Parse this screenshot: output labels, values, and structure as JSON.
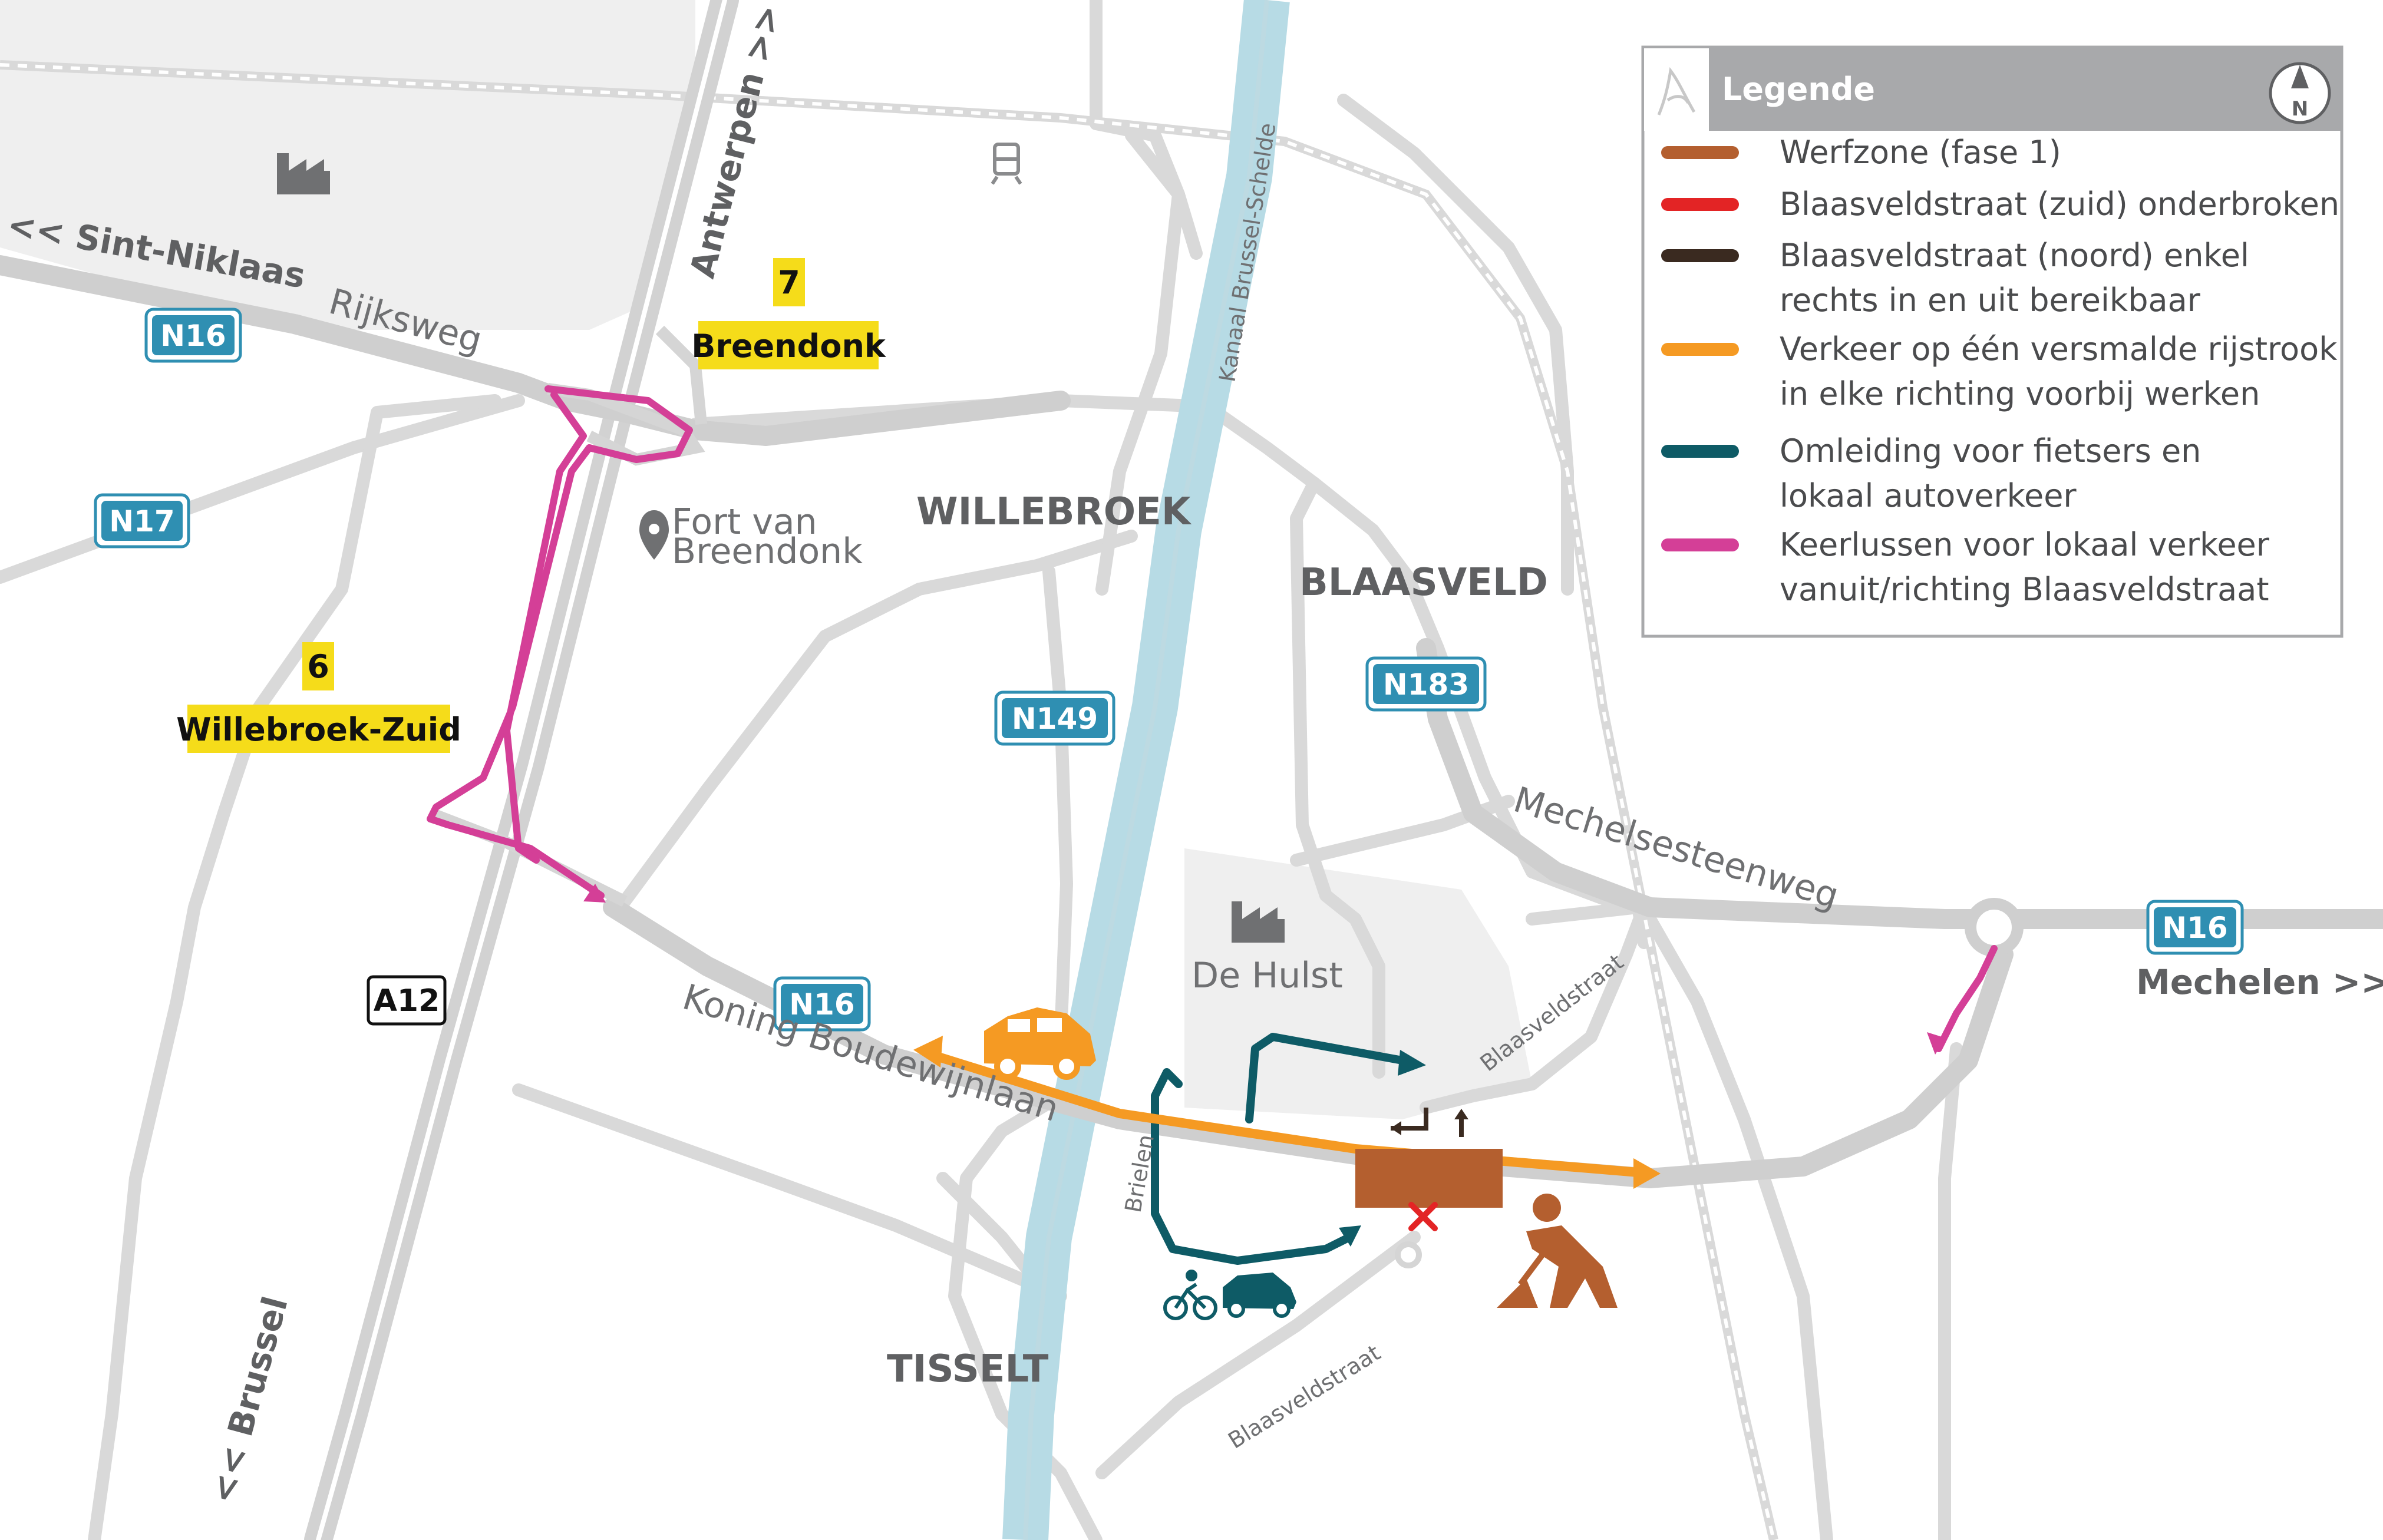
{
  "legend": {
    "title": "Legende",
    "north": "N",
    "items": [
      {
        "color": "#b45f2f",
        "lines": [
          "Werfzone (fase 1)"
        ]
      },
      {
        "color": "#e32425",
        "lines": [
          "Blaasveldstraat (zuid) onderbroken"
        ]
      },
      {
        "color": "#3a2a20",
        "lines": [
          "Blaasveldstraat (noord) enkel",
          "rechts in en uit bereikbaar"
        ]
      },
      {
        "color": "#f59a23",
        "lines": [
          "Verkeer op één versmalde rijstrook",
          "in elke richting voorbij werken"
        ]
      },
      {
        "color": "#0e5b66",
        "lines": [
          "Omleiding voor fietsers en",
          "lokaal autoverkeer"
        ]
      },
      {
        "color": "#d43f97",
        "lines": [
          "Keerlussen voor lokaal verkeer",
          "vanuit/richting Blaasveldstraat"
        ]
      }
    ]
  },
  "places": {
    "willebroek": "WILLEBROEK",
    "blaasveld": "BLAASVELD",
    "tisselt": "TISSELT",
    "fort_line1": "Fort van",
    "fort_line2": "Breendonk",
    "de_hulst": "De Hulst"
  },
  "streets": {
    "rijksweg": "Rijksweg",
    "mechelsesteenweg": "Mechelsesteenweg",
    "koning_boudewijnlaan": "Koning Boudewijnlaan",
    "blaasveldstraat_north": "Blaasveldstraat",
    "blaasveldstraat_south": "Blaasveldstraat",
    "brielen": "Brielen",
    "kanaal": "Kanaal Brussel-Schelde"
  },
  "directions": {
    "sint_niklaas": "<< Sint-Niklaas",
    "antwerpen": "Antwerpen >>",
    "mechelen": "Mechelen >>",
    "brussel": "<< Brussel"
  },
  "shields": {
    "n16_west": "N16",
    "n17": "N17",
    "n149": "N149",
    "n183": "N183",
    "n16_center": "N16",
    "n16_east": "N16",
    "a12": "A12"
  },
  "exits": {
    "exit7_number": "7",
    "exit7_name": "Breendonk",
    "exit6_number": "6",
    "exit6_name": "Willebroek-Zuid"
  },
  "colors": {
    "road": "#d9d9d9",
    "main_road": "#cfcfcf",
    "industrial": "#efefef",
    "canal": "#b7dbe5",
    "shield": "#2f8fb2",
    "exit_yellow": "#f5dc1a",
    "werfzone": "#b45f2f",
    "interrupted": "#e32425",
    "right_in_out": "#3a2a20",
    "narrowed": "#f59a23",
    "detour": "#0e5b66",
    "loop": "#d43f97"
  },
  "icons": [
    "factory-icon",
    "train-icon",
    "location-pin-icon",
    "car-icon",
    "bicycle-icon",
    "worker-icon",
    "north-arrow-icon",
    "flanders-logo-icon"
  ]
}
